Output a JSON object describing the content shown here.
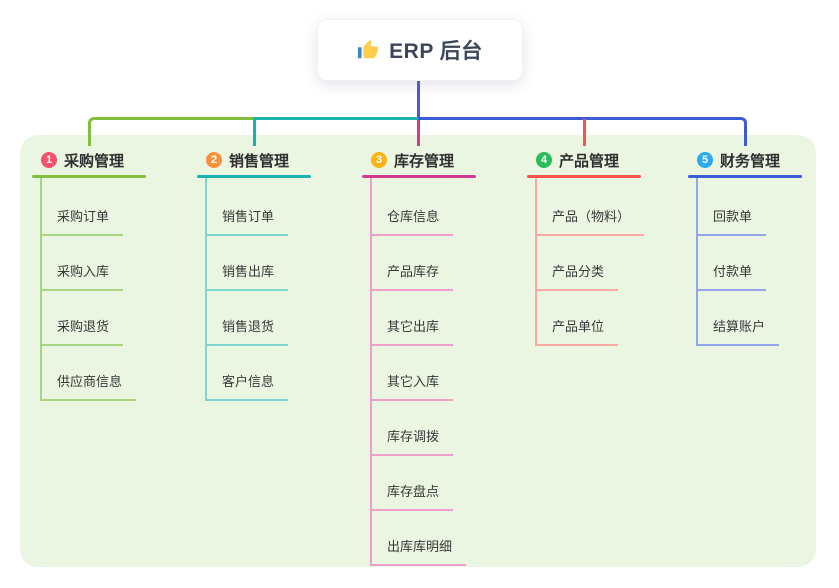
{
  "canvas": {
    "background": "#FFFFFF",
    "panel_background": "#EAF6E2"
  },
  "root": {
    "icon": "thumbs-up-icon",
    "label": "ERP 后台",
    "connector_color": "#4B5AD5"
  },
  "branches": [
    {
      "number": "1",
      "label": "采购管理",
      "badge_color": "#F4516C",
      "line_color": "#82BF3F",
      "child_line_color": "#A8D584",
      "children": [
        "采购订单",
        "采购入库",
        "采购退货",
        "供应商信息"
      ]
    },
    {
      "number": "2",
      "label": "销售管理",
      "badge_color": "#F8913C",
      "line_color": "#17B3AC",
      "child_line_color": "#7ED6D0",
      "children": [
        "销售订单",
        "销售出库",
        "销售退货",
        "客户信息"
      ]
    },
    {
      "number": "3",
      "label": "库存管理",
      "badge_color": "#FBB313",
      "line_color": "#D23A90",
      "child_line_color": "#EF9FC9",
      "children": [
        "仓库信息",
        "产品库存",
        "其它出库",
        "其它入库",
        "库存调拨",
        "库存盘点",
        "出库库明细"
      ]
    },
    {
      "number": "4",
      "label": "产品管理",
      "badge_color": "#2BBD5C",
      "line_color": "#F7554C",
      "child_line_color": "#F9ABA4",
      "children": [
        "产品（物料）",
        "产品分类",
        "产品单位"
      ]
    },
    {
      "number": "5",
      "label": "财务管理",
      "badge_color": "#2AA9F0",
      "line_color": "#3B5BD9",
      "child_line_color": "#93A6E8",
      "children": [
        "回款单",
        "付款单",
        "结算账户"
      ]
    }
  ]
}
